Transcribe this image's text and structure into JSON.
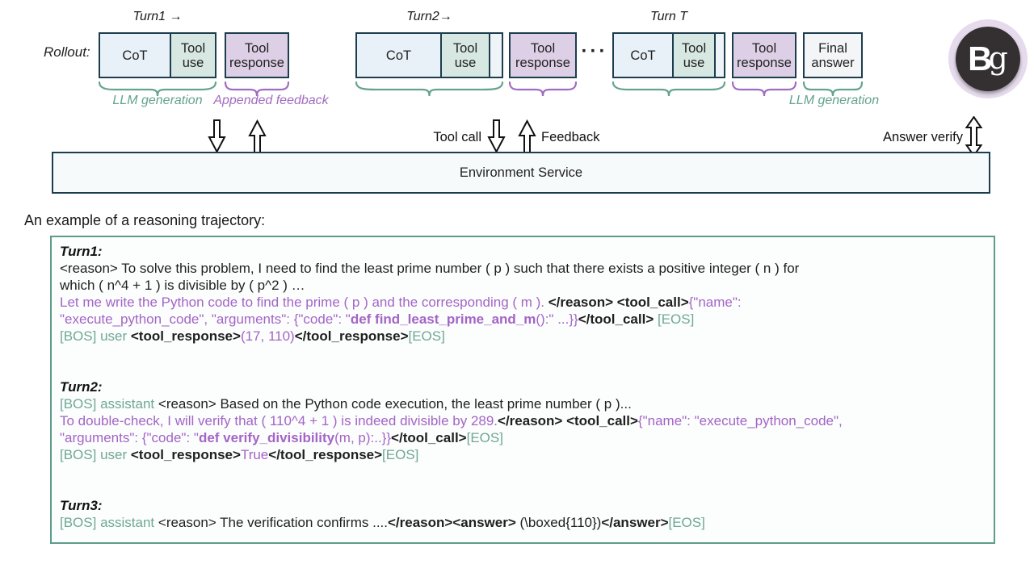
{
  "colors": {
    "teal": "#64a38c",
    "purple": "#a06cc0"
  },
  "rollout": {
    "label": "Rollout:",
    "turn1_label": "Turn1 →",
    "turn2_label": "Turn2→",
    "turnT_label": "Turn T",
    "cot": "CoT",
    "tool_use": "Tool use",
    "tool_response": "Tool response",
    "final_answer": "Final answer",
    "dots": "···",
    "brace_llm_generation_left": "LLM generation",
    "brace_appended_feedback": "Appended feedback",
    "brace_llm_generation_right": "LLM generation"
  },
  "middle": {
    "tool_call": "Tool call",
    "feedback": "Feedback",
    "answer_verify": "Answer verify"
  },
  "environment": {
    "label": "Environment Service"
  },
  "logo": {
    "b": "B",
    "g": "g"
  },
  "trajectory": {
    "heading": "An example of a reasoning trajectory:",
    "lines": [
      [
        {
          "t": "Turn1:",
          "s": "kbi"
        }
      ],
      [
        {
          "t": "<reason> To solve this problem, I need to find the least prime number ( p ) such that there exists a positive integer ( n ) for",
          "s": "k"
        }
      ],
      [
        {
          "t": "which ( n^4 + 1 ) is divisible by ( p^2 ) …",
          "s": "k"
        }
      ],
      [
        {
          "t": "Let me write the Python code to find the prime ( p ) and the corresponding ( m ). ",
          "s": "p"
        },
        {
          "t": "</reason> <tool_call>",
          "s": "kb"
        },
        {
          "t": "{\"name\":",
          "s": "p"
        }
      ],
      [
        {
          "t": "\"execute_python_code\", \"arguments\": {\"code\": \"",
          "s": "p"
        },
        {
          "t": "def find_least_prime_and_m",
          "s": "pb"
        },
        {
          "t": "():\" ...}}",
          "s": "p"
        },
        {
          "t": "</tool_call>",
          "s": "kb"
        },
        {
          "t": " ",
          "s": "k"
        },
        {
          "t": "[EOS]",
          "s": "t"
        }
      ],
      [
        {
          "t": "[BOS] user ",
          "s": "t"
        },
        {
          "t": "<tool_response>",
          "s": "kb"
        },
        {
          "t": "(17, 110)",
          "s": "p"
        },
        {
          "t": "</tool_response>",
          "s": "kb"
        },
        {
          "t": "[EOS]",
          "s": "t"
        }
      ],
      [],
      [],
      [
        {
          "t": "Turn2:",
          "s": "kbi"
        }
      ],
      [
        {
          "t": "[BOS] assistant ",
          "s": "t"
        },
        {
          "t": "<reason> Based on the Python code execution, the least prime number ( p )...",
          "s": "k"
        }
      ],
      [
        {
          "t": "To double-check, I will verify that ( 110^4 + 1 ) is indeed divisible by 289.",
          "s": "p"
        },
        {
          "t": "</reason> <tool_call>",
          "s": "kb"
        },
        {
          "t": "{\"name\": \"execute_python_code\",",
          "s": "p"
        }
      ],
      [
        {
          "t": "\"arguments\": {\"code\": \"",
          "s": "p"
        },
        {
          "t": "def verify_divisibility",
          "s": "pb"
        },
        {
          "t": "(m, p):..}}",
          "s": "p"
        },
        {
          "t": "</tool_call>",
          "s": "kb"
        },
        {
          "t": "[EOS]",
          "s": "t"
        }
      ],
      [
        {
          "t": "[BOS] user ",
          "s": "t"
        },
        {
          "t": "<tool_response>",
          "s": "kb"
        },
        {
          "t": "True",
          "s": "p"
        },
        {
          "t": "</tool_response>",
          "s": "kb"
        },
        {
          "t": "[EOS]",
          "s": "t"
        }
      ],
      [],
      [],
      [
        {
          "t": "Turn3:",
          "s": "kbi"
        }
      ],
      [
        {
          "t": "[BOS] assistant ",
          "s": "t"
        },
        {
          "t": "<reason> The verification confirms ....",
          "s": "k"
        },
        {
          "t": "</reason><answer>",
          "s": "kb"
        },
        {
          "t": " (\\boxed{110})",
          "s": "k"
        },
        {
          "t": "</answer>",
          "s": "kb"
        },
        {
          "t": "[EOS]",
          "s": "t"
        }
      ]
    ]
  }
}
